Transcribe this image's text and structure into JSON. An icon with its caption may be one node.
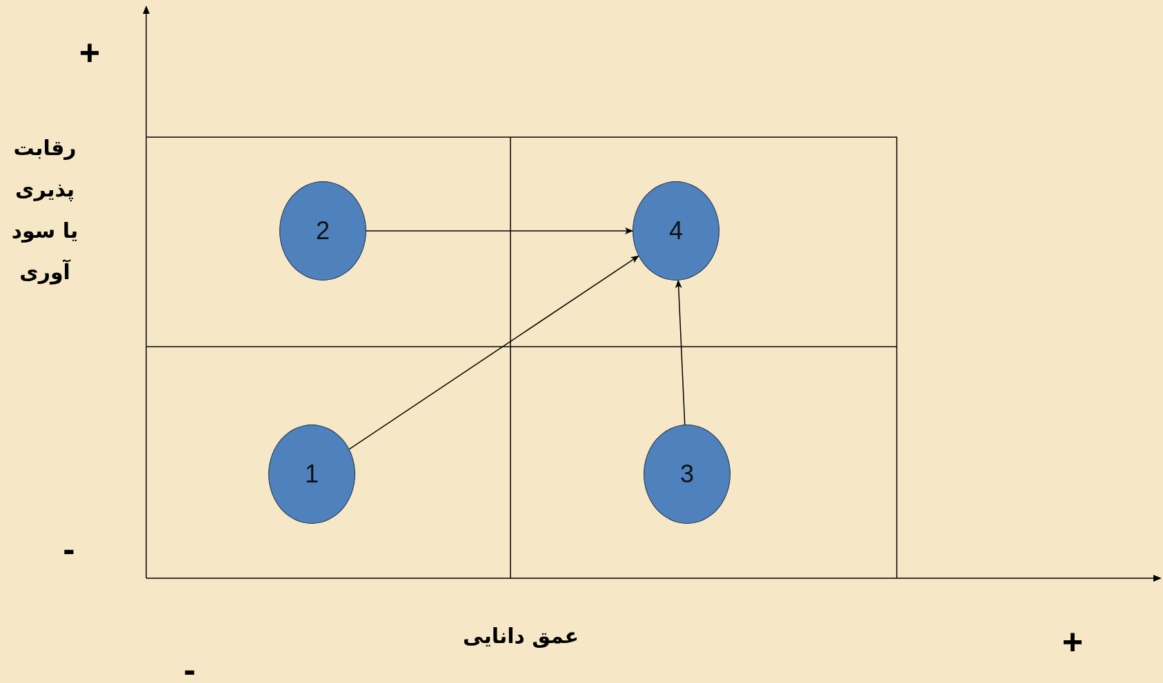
{
  "diagram": {
    "nodes": [
      {
        "text": [
          "2"
        ]
      },
      {
        "text": [
          "4"
        ]
      },
      {
        "text": [
          "1"
        ]
      },
      {
        "text": [
          "3"
        ]
      }
    ],
    "edges": [
      {
        "from": 0,
        "to": 1,
        "arrow": "to"
      },
      {
        "from": 2,
        "to": 1,
        "arrow": "to"
      },
      {
        "from": 3,
        "to": 1,
        "arrow": "to"
      }
    ],
    "labels": [
      "+",
      "رقابت پذیری یا سود آوری",
      "-",
      "عمق دانایی",
      "+",
      "-"
    ]
  }
}
